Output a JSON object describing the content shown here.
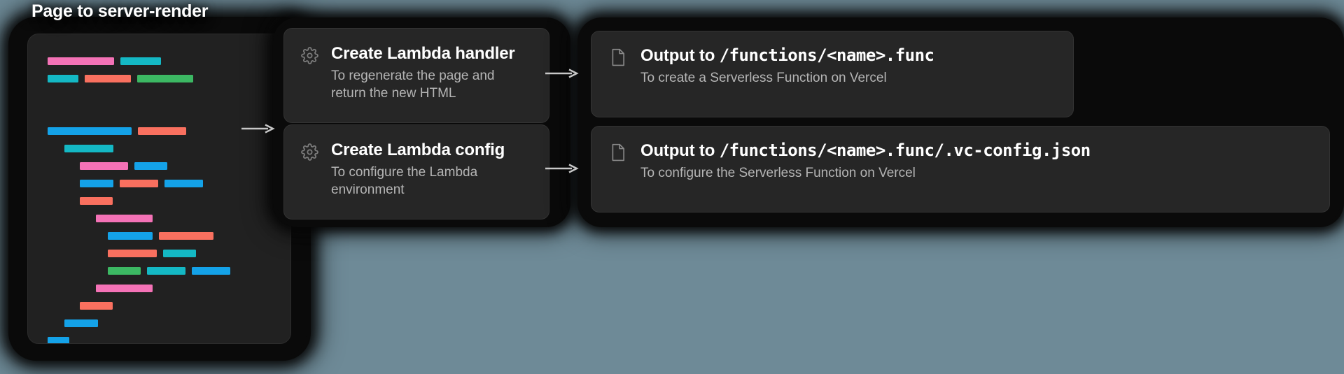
{
  "diagram": {
    "title": "Page to server-render",
    "background_color": "#6e8a97",
    "panel_color": "#212121",
    "card_color": "#262626",
    "glow_color": "#0a0a0a"
  },
  "code_panel": {
    "name": "page-to-server-render-code",
    "palette": {
      "pink": "#f472b6",
      "teal": "#14b8c4",
      "red": "#f9705f",
      "green": "#3cb863",
      "blue": "#14a2e8"
    },
    "rows": [
      {
        "indent": 28,
        "tokens": [
          {
            "color": "pink",
            "width": 95
          },
          {
            "color": "teal",
            "width": 58
          }
        ]
      },
      {
        "indent": 28,
        "tokens": [
          {
            "color": "teal",
            "width": 44
          },
          {
            "color": "red",
            "width": 66
          },
          {
            "color": "green",
            "width": 80
          }
        ]
      },
      {
        "indent": 28,
        "tokens": []
      },
      {
        "indent": 28,
        "tokens": []
      },
      {
        "indent": 28,
        "tokens": [
          {
            "color": "blue",
            "width": 120
          },
          {
            "color": "red",
            "width": 69
          }
        ]
      },
      {
        "indent": 52,
        "tokens": [
          {
            "color": "teal",
            "width": 70
          }
        ]
      },
      {
        "indent": 74,
        "tokens": [
          {
            "color": "pink",
            "width": 69
          },
          {
            "color": "blue",
            "width": 47
          }
        ]
      },
      {
        "indent": 74,
        "tokens": [
          {
            "color": "blue",
            "width": 48
          },
          {
            "color": "red",
            "width": 55
          },
          {
            "color": "blue",
            "width": 55
          }
        ]
      },
      {
        "indent": 74,
        "tokens": [
          {
            "color": "red",
            "width": 47
          }
        ]
      },
      {
        "indent": 97,
        "tokens": [
          {
            "color": "pink",
            "width": 81
          }
        ]
      },
      {
        "indent": 114,
        "tokens": [
          {
            "color": "blue",
            "width": 64
          },
          {
            "color": "red",
            "width": 78
          }
        ]
      },
      {
        "indent": 114,
        "tokens": [
          {
            "color": "red",
            "width": 70
          },
          {
            "color": "teal",
            "width": 47
          }
        ]
      },
      {
        "indent": 114,
        "tokens": [
          {
            "color": "green",
            "width": 47
          },
          {
            "color": "teal",
            "width": 55
          },
          {
            "color": "blue",
            "width": 55
          }
        ]
      },
      {
        "indent": 97,
        "tokens": [
          {
            "color": "pink",
            "width": 81
          }
        ]
      },
      {
        "indent": 74,
        "tokens": [
          {
            "color": "red",
            "width": 47
          }
        ]
      },
      {
        "indent": 52,
        "tokens": [
          {
            "color": "blue",
            "width": 48
          }
        ]
      },
      {
        "indent": 28,
        "tokens": [
          {
            "color": "blue",
            "width": 31
          }
        ]
      }
    ]
  },
  "steps": [
    {
      "icon": "gear-icon",
      "title": "Create Lambda handler",
      "subtitle": "To regenerate the page and return the new HTML"
    },
    {
      "icon": "gear-icon",
      "title": "Create Lambda config",
      "subtitle": "To configure the Lambda environment"
    }
  ],
  "outputs": [
    {
      "icon": "file-icon",
      "title_prefix": "Output to ",
      "title_path": "/functions/<name>.func",
      "subtitle": "To create a Serverless Function on Vercel"
    },
    {
      "icon": "file-icon",
      "title_prefix": "Output to ",
      "title_path": "/functions/<name>.func/.vc-config.json",
      "subtitle": "To configure the Serverless Function on Vercel"
    }
  ],
  "arrows": [
    {
      "name": "arrow-code-to-steps"
    },
    {
      "name": "arrow-handler-to-output"
    },
    {
      "name": "arrow-config-to-output"
    }
  ]
}
